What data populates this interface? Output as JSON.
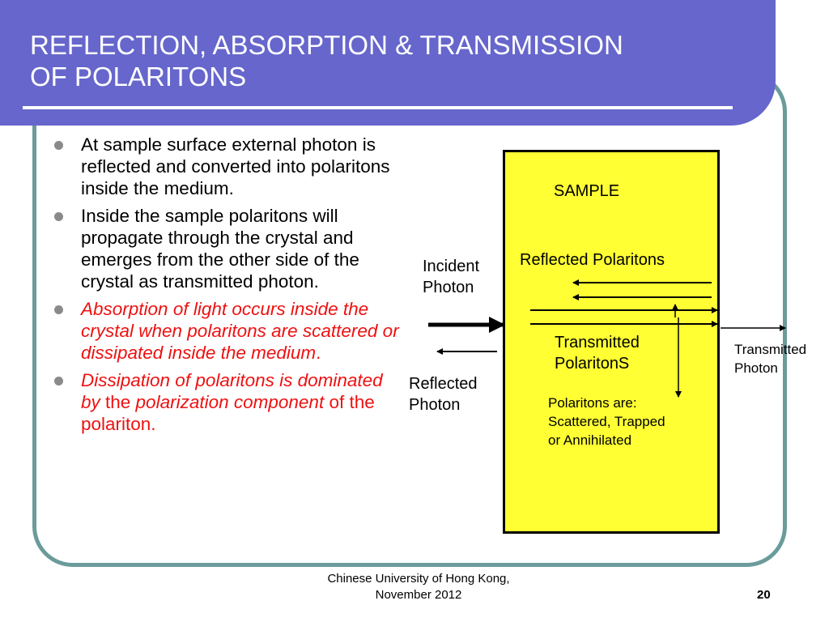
{
  "slide": {
    "title_line1": "REFLECTION, ABSORPTION & TRANSMISSION",
    "title_line2": "OF POLARITONS"
  },
  "bullets": [
    {
      "text": "At sample surface external photon is reflected and converted into polaritons inside the medium."
    },
    {
      "text": "Inside the sample polaritons will propagate through the crystal and emerges from the other side of the crystal as transmitted photon."
    },
    {
      "text_italic": "Absorption of light occurs inside the crystal when polaritons are scattered or dissipated inside the medium",
      "text_end": "."
    },
    {
      "part1_italic": "Dissipation of polaritons is dominated by",
      "part2": " the ",
      "part3_italic": "polarization component",
      "part4": " of the polariton."
    }
  ],
  "diagram": {
    "sample_label": "SAMPLE",
    "reflected_polaritons": "Reflected Polaritons",
    "transmitted_polaritons_line1": "Transmitted",
    "transmitted_polaritons_line2": "PolaritonS",
    "polaritons_are_line1": "Polaritons are:",
    "polaritons_are_line2": "Scattered, Trapped",
    "polaritons_are_line3": "or Annihilated",
    "incident_line1": "Incident",
    "incident_line2": "Photon",
    "reflected_photon_line1": "Reflected",
    "reflected_photon_line2": "Photon",
    "transmitted_photon_line1": "Transmitted",
    "transmitted_photon_line2": "Photon",
    "sample_color": "#ffff33"
  },
  "footer": {
    "line1": "Chinese University of Hong Kong,",
    "line2": "November 2012",
    "page_number": "20"
  },
  "colors": {
    "title_bar": "#6666cc",
    "frame_border": "#6b9b9b",
    "red_text": "#ee1111"
  }
}
